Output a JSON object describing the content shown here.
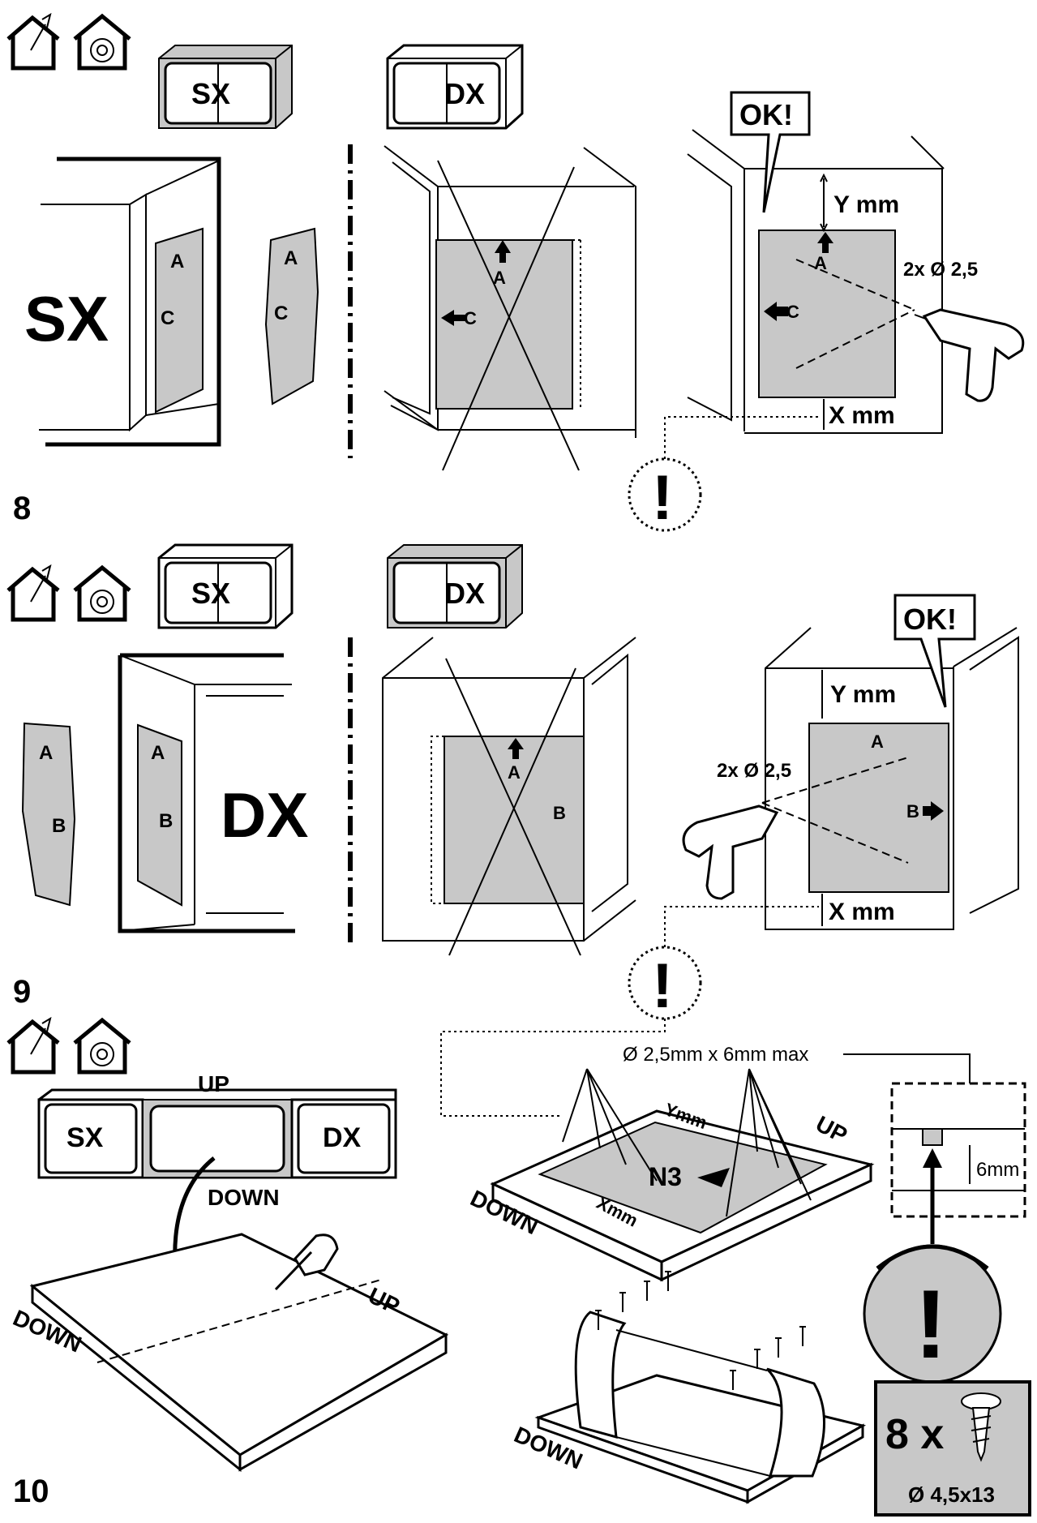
{
  "steps": {
    "step8": {
      "number": "8",
      "cabinet_left": "SX",
      "cabinet_right": "DX",
      "wall_label": "SX",
      "strip_a": "A",
      "strip_c": "C",
      "plate_a": "A",
      "plate_c": "C",
      "ok": "OK!",
      "y_mm": "Y mm",
      "x_mm": "X mm",
      "drill_spec": "2x Ø 2,5"
    },
    "step9": {
      "number": "9",
      "cabinet_left": "SX",
      "cabinet_right": "DX",
      "wall_label": "DX",
      "strip_a": "A",
      "strip_b": "B",
      "plate_a": "A",
      "plate_b": "B",
      "ok": "OK!",
      "y_mm": "Y mm",
      "x_mm": "X mm",
      "drill_spec": "2x Ø 2,5"
    },
    "step10": {
      "number": "10",
      "cabinet_left": "SX",
      "cabinet_right": "DX",
      "up": "UP",
      "down": "DOWN",
      "panel_up": "UP",
      "panel_down": "DOWN",
      "screw_spec": "Ø 2,5mm x 6mm max",
      "ymm": "Ymm",
      "xmm": "Xmm",
      "plate_label": "N3",
      "board_up": "UP",
      "board_down": "DOWN",
      "depth": "6mm",
      "bottom_down": "DOWN",
      "qty": "8 x",
      "screw_size": "Ø 4,5x13"
    }
  },
  "warning_symbol": "!",
  "icons": [
    "house-tool-icon",
    "house-wrench-icon"
  ],
  "colors": {
    "panel_gray": "#c8c8c8",
    "line": "#000000"
  }
}
